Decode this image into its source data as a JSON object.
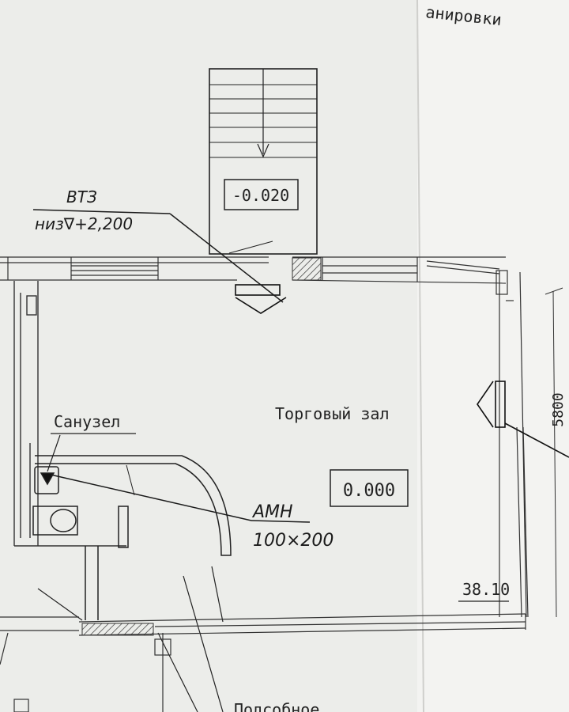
{
  "sheet": {
    "header_fragment": "анировки",
    "stair_level": "-0.020",
    "floor_level": "0.000",
    "room_shop": "Торговый зал",
    "room_wc": "Санузел",
    "room_utility": "Подсобное",
    "vent_label_top": "ВТЗ",
    "vent_label_bottom": "низ∇+2,200",
    "hatch_label_top": "АМН",
    "hatch_label_bottom": "100×200",
    "area_value": "38.10",
    "dimension_value": "5800"
  }
}
